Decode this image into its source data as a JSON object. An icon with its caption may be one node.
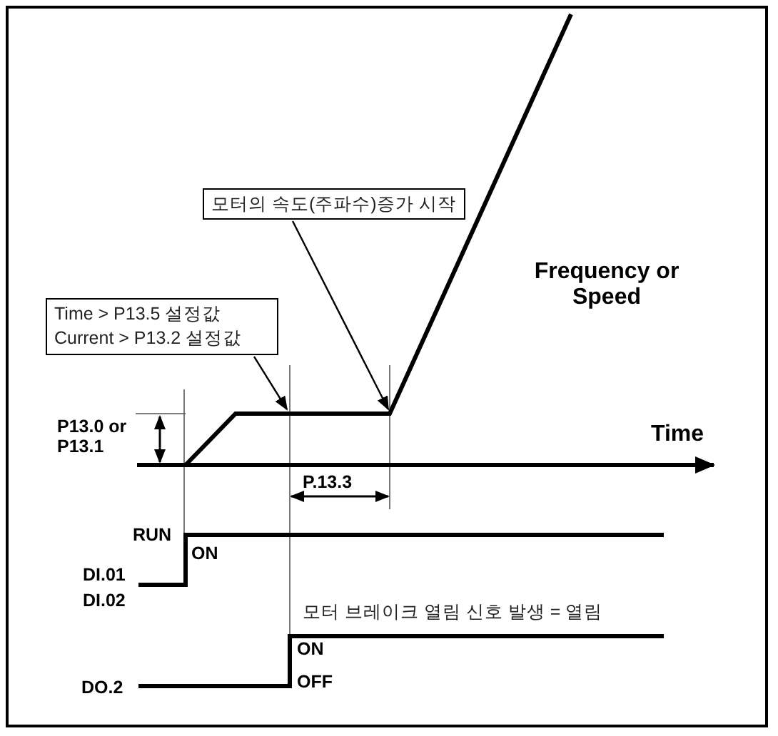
{
  "diagram": {
    "nodes": [
      {
        "text": [
          "모터의 속도(주파수)증가 시작"
        ]
      },
      {
        "text": [
          "Time > P13.5 설정값",
          "Current > P13.2 설정값"
        ]
      }
    ],
    "edges": [
      {
        "from": 0,
        "to": null,
        "arrow": "to"
      },
      {
        "from": 1,
        "to": null,
        "arrow": "to"
      }
    ],
    "labels": [
      "Frequency or Speed",
      "Time",
      "P13.0 or P13.1",
      "P.13.3",
      "RUN",
      "ON",
      "DI.01",
      "DI.02",
      "모터 브레이크 열림 신호 발생 = 열림",
      "ON",
      "OFF",
      "DO.2"
    ]
  }
}
